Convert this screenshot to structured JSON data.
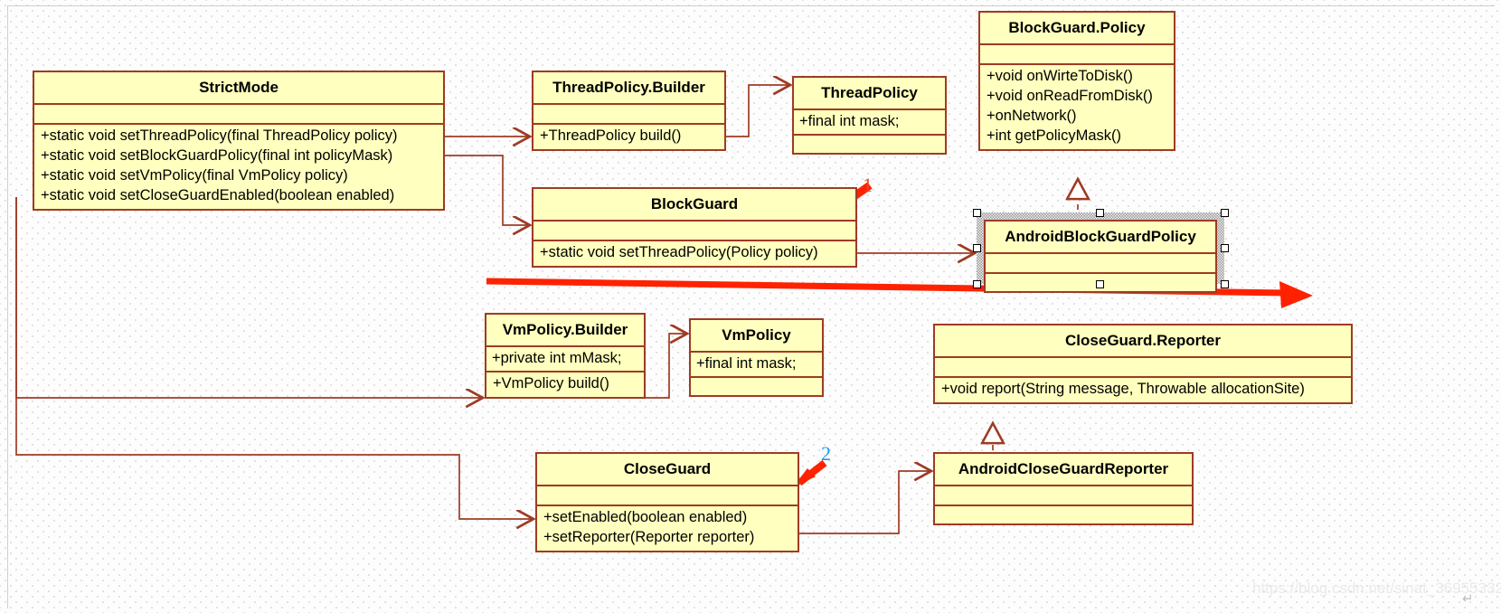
{
  "diagram": {
    "type": "uml-class-diagram",
    "watermark": "https://blog.csdn.net/sinat_36955332",
    "colors": {
      "class_fill": "#ffffbf",
      "class_border": "#9e3b24",
      "connector": "#9e3b24",
      "annotation_1": "#e8442c",
      "annotation_2": "#2196f3",
      "highlight_arrow": "#ff0000",
      "selection_handle": "#ffffff"
    },
    "classes": [
      {
        "id": "strictmode",
        "name": "StrictMode",
        "attributes": [],
        "operations": [
          "+static void setThreadPolicy(final ThreadPolicy policy)",
          "+static void setBlockGuardPolicy(final int policyMask)",
          "+static void setVmPolicy(final VmPolicy policy)",
          "+static void setCloseGuardEnabled(boolean enabled)"
        ]
      },
      {
        "id": "threadpolicy-builder",
        "name": "ThreadPolicy.Builder",
        "attributes": [],
        "operations": [
          "+ThreadPolicy build()"
        ]
      },
      {
        "id": "threadpolicy",
        "name": "ThreadPolicy",
        "attributes": [
          "+final int mask;"
        ],
        "operations": []
      },
      {
        "id": "blockguard-policy",
        "name": "BlockGuard.Policy",
        "attributes": [],
        "operations": [
          "+void onWirteToDisk()",
          "+void onReadFromDisk()",
          "+onNetwork()",
          "+int getPolicyMask()"
        ]
      },
      {
        "id": "blockguard",
        "name": "BlockGuard",
        "attributes": [],
        "operations": [
          "+static void setThreadPolicy(Policy policy)"
        ]
      },
      {
        "id": "androidblockguardpolicy",
        "name": "AndroidBlockGuardPolicy",
        "attributes": [],
        "operations": [],
        "selected": true
      },
      {
        "id": "vmpolicy-builder",
        "name": "VmPolicy.Builder",
        "attributes": [
          "+private int mMask;"
        ],
        "operations": [
          "+VmPolicy build()"
        ]
      },
      {
        "id": "vmpolicy",
        "name": "VmPolicy",
        "attributes": [
          "+final int mask;"
        ],
        "operations": []
      },
      {
        "id": "closeguard-reporter",
        "name": "CloseGuard.Reporter",
        "attributes": [],
        "operations": [
          "+void report(String message, Throwable allocationSite)"
        ]
      },
      {
        "id": "closeguard",
        "name": "CloseGuard",
        "attributes": [],
        "operations": [
          "+setEnabled(boolean enabled)",
          "+setReporter(Reporter reporter)"
        ]
      },
      {
        "id": "androidcloseguardreporter",
        "name": "AndroidCloseGuardReporter",
        "attributes": [],
        "operations": []
      }
    ],
    "annotations": [
      {
        "id": "annot-1",
        "label": "1",
        "points_at": "BlockGuard"
      },
      {
        "id": "annot-2",
        "label": "2",
        "points_at": "CloseGuard"
      }
    ],
    "relations": [
      {
        "from": "StrictMode",
        "to": "ThreadPolicy.Builder",
        "kind": "association"
      },
      {
        "from": "ThreadPolicy.Builder",
        "to": "ThreadPolicy",
        "kind": "association"
      },
      {
        "from": "StrictMode",
        "to": "BlockGuard",
        "kind": "association"
      },
      {
        "from": "BlockGuard",
        "to": "AndroidBlockGuardPolicy",
        "kind": "association"
      },
      {
        "from": "AndroidBlockGuardPolicy",
        "to": "BlockGuard.Policy",
        "kind": "realization"
      },
      {
        "from": "StrictMode",
        "to": "VmPolicy.Builder",
        "kind": "association"
      },
      {
        "from": "VmPolicy.Builder",
        "to": "VmPolicy",
        "kind": "association"
      },
      {
        "from": "StrictMode",
        "to": "CloseGuard",
        "kind": "association"
      },
      {
        "from": "CloseGuard",
        "to": "AndroidCloseGuardReporter",
        "kind": "association"
      },
      {
        "from": "AndroidCloseGuardReporter",
        "to": "CloseGuard.Reporter",
        "kind": "realization"
      }
    ]
  }
}
